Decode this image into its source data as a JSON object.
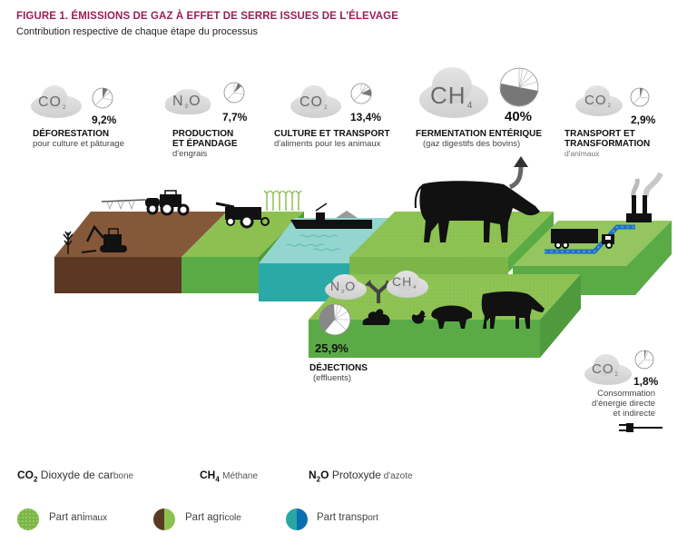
{
  "header": {
    "title": "FIGURE 1. ÉMISSIONS DE GAZ À EFFET DE SERRE ISSUES DE L'ÉLEVAGE",
    "subtitle": "Contribution respective de chaque étape du processus"
  },
  "stages": [
    {
      "gas": "CO",
      "gas_sub": "2",
      "percent": "9,2%",
      "title": "DÉFORESTATION",
      "subtitle": "pour culture et pâturage"
    },
    {
      "gas": "N",
      "gas_sub": "2",
      "gas_suffix": "O",
      "percent": "7,7%",
      "title_line1": "PRODUCTION",
      "title_line2": "ET ÉPANDAGE",
      "subtitle": "d'engrais"
    },
    {
      "gas": "CO",
      "gas_sub": "2",
      "percent": "13,4%",
      "title": "CULTURE ET TRANSPORT",
      "subtitle": "d'aliments pour les animaux"
    },
    {
      "gas": "CH",
      "gas_sub": "4",
      "percent": "40%",
      "title": "FERMENTATION ENTÉRIQUE",
      "subtitle": "(gaz digestifs des bovins)"
    },
    {
      "gas": "CO",
      "gas_sub": "2",
      "percent": "2,9%",
      "title_line1": "TRANSPORT ET",
      "title_line2": "TRANSFORMATION",
      "subtitle": "d'animaux"
    },
    {
      "gas_a": "N",
      "gas_a_sub": "2",
      "gas_a_suffix": "O",
      "gas_b": "CH",
      "gas_b_sub": "4",
      "percent": "25,9%",
      "title": "DÉJECTIONS",
      "subtitle": "(effluents)"
    },
    {
      "gas": "CO",
      "gas_sub": "2",
      "percent": "1,8%",
      "subtitle_line1": "Consommation",
      "subtitle_line2": "d'énergie directe",
      "subtitle_line3": "et indirecte"
    }
  ],
  "legend": {
    "gases": [
      {
        "formula": "CO",
        "sub": "2",
        "name_main": "Dioxyde de car",
        "name_tail": "bone"
      },
      {
        "formula": "CH",
        "sub": "4",
        "name_main": "Méthane",
        "name_tail": ""
      },
      {
        "formula": "N",
        "sub": "2",
        "suffix": "O",
        "name_main": "Protoxyde",
        "name_tail": " d'azote"
      }
    ],
    "parts": [
      {
        "label_main": "Part ani",
        "label_tail": "maux",
        "colors": [
          "#7ab648",
          "#8cc152"
        ]
      },
      {
        "label_main": "Part agri",
        "label_tail": "cole",
        "colors": [
          "#5a3a22",
          "#8cc152"
        ]
      },
      {
        "label_main": "Part transp",
        "label_tail": "ort",
        "colors": [
          "#29a7a5",
          "#0a6fb0"
        ]
      }
    ]
  },
  "colors": {
    "title": "#9b1e56",
    "soil_top": "#8a5a38",
    "soil_side": "#5a3822",
    "grass_top": "#8cc152",
    "grass_side": "#5aab46",
    "water_top": "#8fd3ce",
    "water_side": "#2aa9a6",
    "road": "#1e6fc4",
    "cloud": "#d5d5d5",
    "icon": "#111111"
  },
  "chart_data": {
    "type": "pie",
    "title": "Émissions de gaz à effet de serre issues de l'élevage — contribution respective de chaque étape du processus",
    "categories": [
      "Fermentation entérique (gaz digestifs des bovins)",
      "Déjections (effluents)",
      "Culture et transport d'aliments pour les animaux",
      "Déforestation pour culture et pâturage",
      "Production et épandage d'engrais",
      "Transport et transformation d'animaux",
      "Consommation d'énergie directe et indirecte"
    ],
    "values": [
      40,
      25.9,
      13.4,
      9.2,
      7.7,
      2.9,
      1.8
    ],
    "gases": [
      "CH4",
      "N2O / CH4",
      "CO2",
      "CO2",
      "N2O",
      "CO2",
      "CO2"
    ],
    "unit": "%"
  }
}
